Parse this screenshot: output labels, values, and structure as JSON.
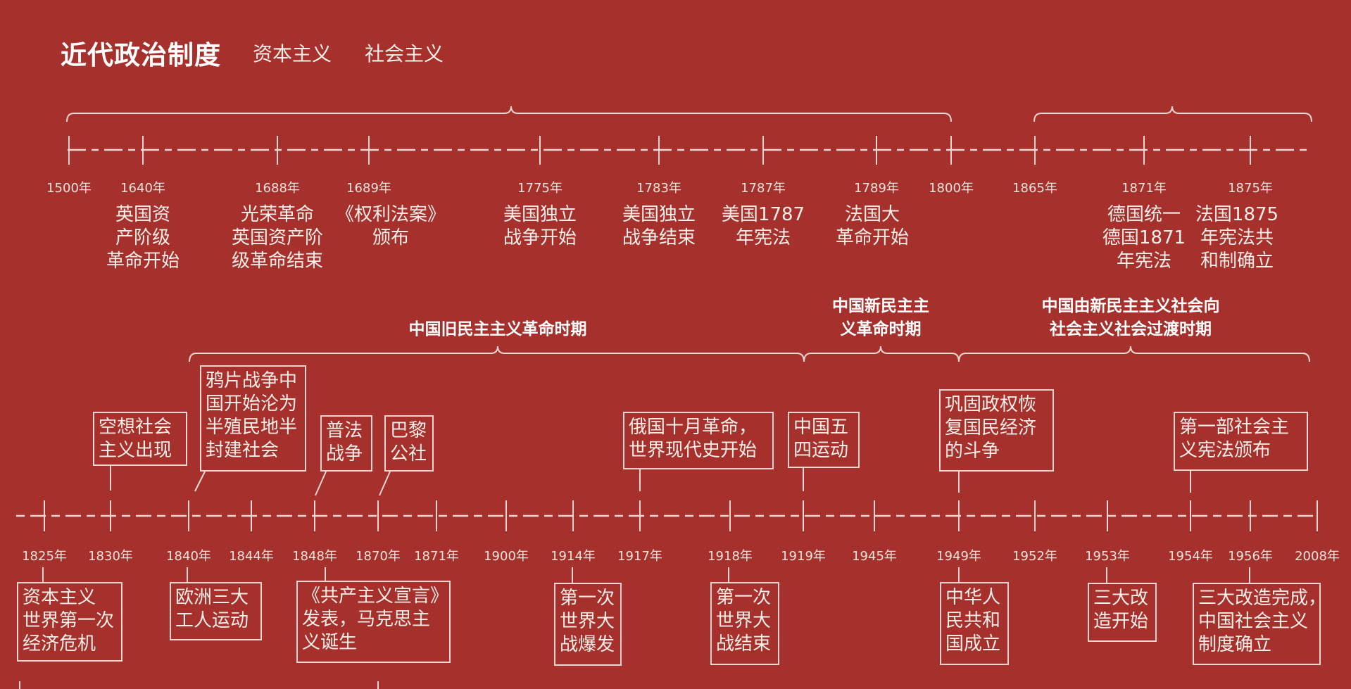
{
  "title": "近代政治制度",
  "subtitles": [
    "资本主义",
    "社会主义"
  ],
  "colors": {
    "background": "#a6312c",
    "line": "#f3d6cf",
    "text": "#fbeee9"
  },
  "top_timeline": {
    "ticks": [
      {
        "year": "1500年",
        "event": []
      },
      {
        "year": "1640年",
        "event": [
          "英国资",
          "产阶级",
          "革命开始"
        ]
      },
      {
        "year": "1688年",
        "event": [
          "光荣革命",
          "英国资产阶",
          "级革命结束"
        ]
      },
      {
        "year": "1689年",
        "event": [
          "《权利法案》",
          "颁布"
        ]
      },
      {
        "year": "1775年",
        "event": [
          "美国独立",
          "战争开始"
        ]
      },
      {
        "year": "1783年",
        "event": [
          "美国独立",
          "战争结束"
        ]
      },
      {
        "year": "1787年",
        "event": [
          "美国1787",
          "年宪法"
        ]
      },
      {
        "year": "1789年",
        "event": [
          "法国大",
          "革命开始"
        ]
      },
      {
        "year": "1800年",
        "event": []
      },
      {
        "year": "1865年",
        "event": []
      },
      {
        "year": "1871年",
        "event": [
          "德国统一",
          "德国1871",
          "年宪法"
        ]
      },
      {
        "year": "1875年",
        "event": [
          "法国1875",
          "年宪法共",
          "和制确立"
        ]
      }
    ]
  },
  "bottom_timeline": {
    "periods": [
      {
        "lines": [
          "中国旧民主主义革命时期"
        ]
      },
      {
        "lines": [
          "中国新民主主",
          "义革命时期"
        ]
      },
      {
        "lines": [
          "中国由新民主主义社会向",
          "社会主义社会过渡时期"
        ]
      }
    ],
    "years": [
      "1825年",
      "1830年",
      "1840年",
      "1844年",
      "1848年",
      "1870年",
      "1871年",
      "1900年",
      "1914年",
      "1917年",
      "1918年",
      "1919年",
      "1945年",
      "1949年",
      "1952年",
      "1953年",
      "1954年",
      "1956年",
      "2008年"
    ],
    "boxes_above": [
      {
        "year": "1830年",
        "lines": [
          "空想社会",
          "主义出现"
        ]
      },
      {
        "year": "1840年",
        "lines": [
          "鸦片战争中",
          "国开始沦为",
          "半殖民地半",
          "封建社会"
        ]
      },
      {
        "year": "1870年",
        "lines": [
          "普法",
          "战争"
        ]
      },
      {
        "year": "1871年",
        "lines": [
          "巴黎",
          "公社"
        ]
      },
      {
        "year": "1917年",
        "lines": [
          "俄国十月革命，",
          "世界现代史开始"
        ]
      },
      {
        "year": "1919年",
        "lines": [
          "中国五",
          "四运动"
        ]
      },
      {
        "year": "1949年",
        "lines": [
          "巩固政权恢",
          "复国民经济",
          "的斗争"
        ]
      },
      {
        "year": "1954年",
        "lines": [
          "第一部社会主",
          "义宪法颁布"
        ]
      }
    ],
    "boxes_below": [
      {
        "year": "1825年",
        "lines": [
          "资本主义",
          "世界第一次",
          "经济危机"
        ]
      },
      {
        "year": "1840年",
        "lines": [
          "欧洲三大",
          "工人运动"
        ]
      },
      {
        "year": "1848年",
        "lines": [
          "《共产主义宣言》",
          "发表，马克思主",
          "义诞生"
        ]
      },
      {
        "year": "1914年",
        "lines": [
          "第一次",
          "世界大",
          "战爆发"
        ]
      },
      {
        "year": "1918年",
        "lines": [
          "第一次",
          "世界大",
          "战结束"
        ]
      },
      {
        "year": "1949年",
        "lines": [
          "中华人",
          "民共和",
          "国成立"
        ]
      },
      {
        "year": "1953年",
        "lines": [
          "三大改",
          "造开始"
        ]
      },
      {
        "year": "1956年",
        "lines": [
          "三大改造完成，",
          "中国社会主义",
          "制度确立"
        ]
      }
    ]
  }
}
